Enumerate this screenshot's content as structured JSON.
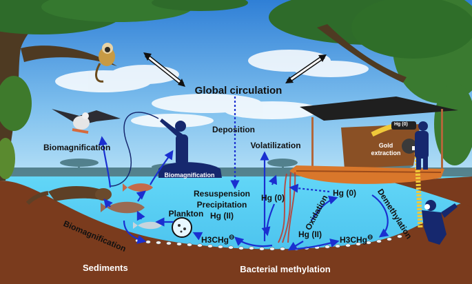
{
  "labels": {
    "global_circulation": "Global circulation",
    "deposition": "Deposition",
    "volatilization": "Volatilization",
    "biomagnification_top": "Biomagnification",
    "biomagnification_boat": "Biomagnification",
    "biomagnification_bottom": "Biomagnification",
    "gold_extraction_1": "Gold",
    "gold_extraction_2": "extraction",
    "hg_tag": "Hg (0)",
    "resuspension": "Resuspension",
    "precipitation": "Precipitation",
    "hg_ii_left": "Hg (II)",
    "hg0_left": "Hg (0)",
    "hg0_right": "Hg (0)",
    "oxidation": "Oxidation",
    "demethylation": "Demethylation",
    "plankton": "Plankton",
    "h3chg_left": "H3CHg",
    "h3chg_right": "H3CHg",
    "hg_ii_mid": "Hg (II)",
    "sediments": "Sediments",
    "bacterial_methylation": "Bacterial methylation",
    "minus_sign": "⊖"
  },
  "colors": {
    "sky_top": "#2f7fd6",
    "sky_bottom": "#a9d8f5",
    "water": "#5fd2f5",
    "sediment": "#7a3b1d",
    "arrow_blue": "#1a2fd0",
    "silhouette": "#16286e",
    "boat_orange": "#d9772b",
    "foliage": "#2e6b2a"
  }
}
